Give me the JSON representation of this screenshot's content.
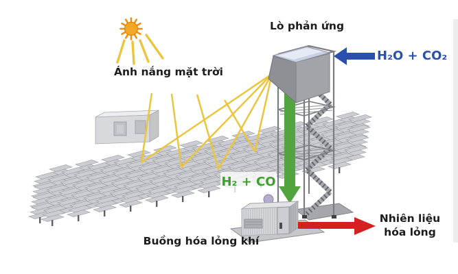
{
  "figure": {
    "title": "Solar thermochemical fuel production diagram",
    "labels": {
      "sunlight": "Ánh nắng mặt trời",
      "reactor": "Lò phản ứng",
      "feed_gas": "H₂O + CO₂",
      "syngas": "H₂ + CO",
      "liquefaction_chamber": "Buồng hóa lỏng khí",
      "liquid_fuel": "Nhiên liệu hóa lỏng"
    },
    "colors": {
      "feed_arrow": "#2b4fac",
      "syngas_arrow": "#52a43e",
      "fuel_arrow": "#d42020",
      "ray_yellow": "#eac53e",
      "sun_core": "#f4a722",
      "text_dark": "#1c1c1c"
    }
  }
}
